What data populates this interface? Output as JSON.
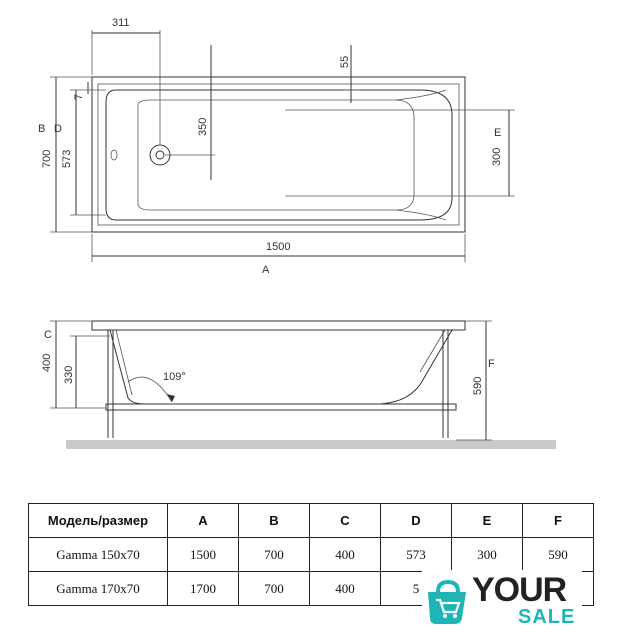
{
  "top_view": {
    "dim_311": "311",
    "dim_55": "55",
    "dim_350": "350",
    "dim_7": "7",
    "label_B": "B",
    "label_D": "D",
    "dim_700": "700",
    "dim_573": "573",
    "dim_300": "300",
    "label_E": "E",
    "dim_1500": "1500",
    "label_A": "A"
  },
  "side_view": {
    "label_C": "C",
    "dim_400": "400",
    "dim_330": "330",
    "angle": "109°",
    "label_F": "F",
    "dim_590": "590"
  },
  "table": {
    "headers": [
      "Модель/размер",
      "A",
      "B",
      "C",
      "D",
      "E",
      "F"
    ],
    "rows": [
      [
        "Gamma 150x70",
        "1500",
        "700",
        "400",
        "573",
        "300",
        "590"
      ],
      [
        "Gamma 170x70",
        "1700",
        "700",
        "400",
        "5",
        "",
        ""
      ]
    ]
  },
  "logo": {
    "word1": "YOUR",
    "word2": "SALE",
    "icon": "shopping-bag-cart-icon",
    "accent": "#1fb5b7"
  }
}
